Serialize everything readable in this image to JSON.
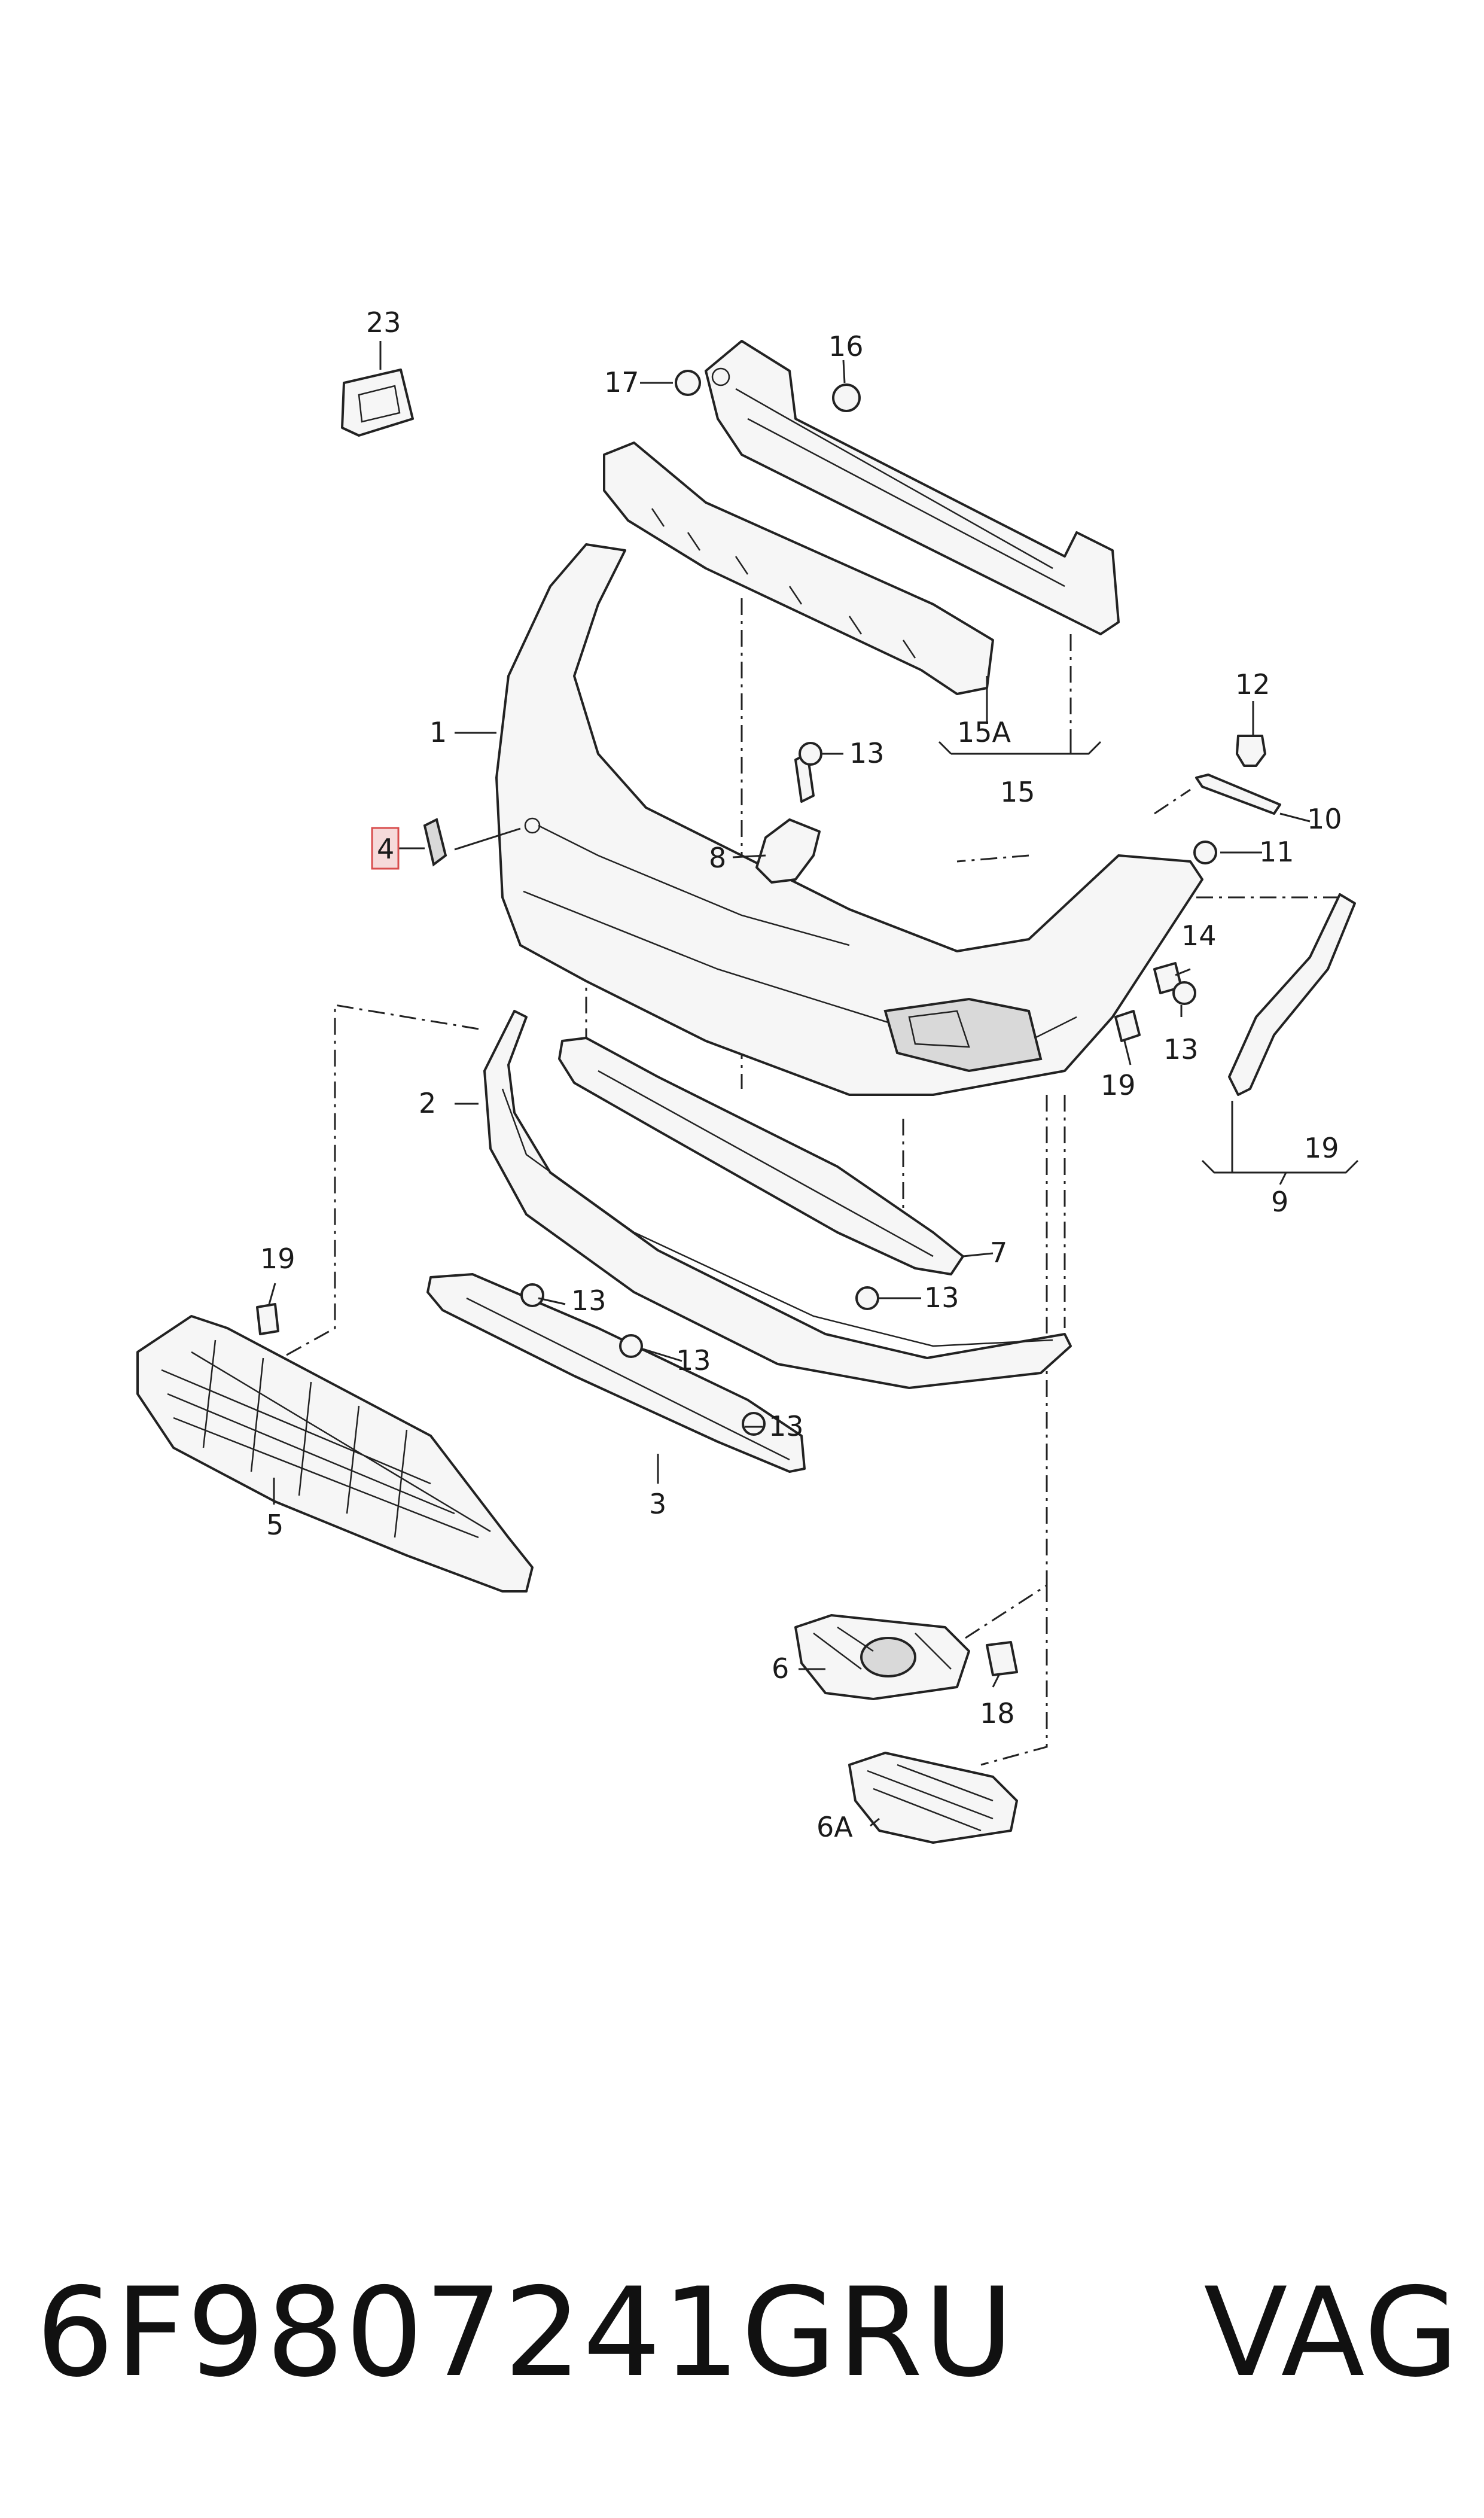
{
  "labels": {
    "p1": "1",
    "p2": "2",
    "p3": "3",
    "p4": "4",
    "p5": "5",
    "p6": "6",
    "p6a": "6A",
    "p7": "7",
    "p8": "8",
    "p9": "9",
    "p10": "10",
    "p11": "11",
    "p12": "12",
    "p13": "13",
    "p14": "14",
    "p15": "15",
    "p15a": "15A",
    "p16": "16",
    "p17": "17",
    "p18": "18",
    "p19": "19",
    "p23": "23"
  },
  "highlight": {
    "part": "4",
    "color": "#d84d4d"
  },
  "footer": {
    "part_number": "6F9807241GRU",
    "brand": "VAG"
  }
}
